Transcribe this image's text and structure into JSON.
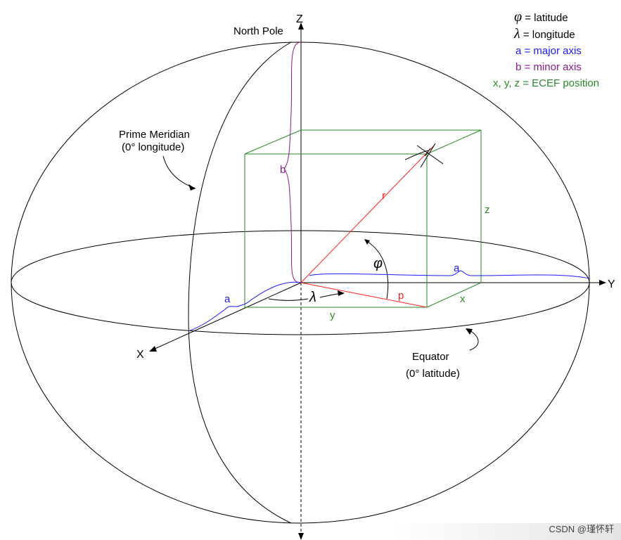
{
  "axes": {
    "z": "Z",
    "y": "Y",
    "x": "X"
  },
  "labels": {
    "north_pole": "North Pole",
    "prime_meridian_line1": "Prime Meridian",
    "prime_meridian_line2": "(0° longitude)",
    "equator_line1": "Equator",
    "equator_line2": "(0° latitude)",
    "b": "b",
    "r": "r",
    "z": "z",
    "phi": "φ",
    "a_right": "a",
    "a_left": "a",
    "p": "p",
    "x": "x",
    "y": "y",
    "lambda": "λ"
  },
  "legend": [
    {
      "symbol": "φ",
      "text": " = latitude",
      "color": "#000000"
    },
    {
      "symbol": "λ",
      "text": " = longitude",
      "color": "#000000"
    },
    {
      "symbol": "",
      "text": "a = major axis",
      "color": "#1a1aff"
    },
    {
      "symbol": "",
      "text": "b = minor axis",
      "color": "#8b1a8b"
    },
    {
      "symbol": "",
      "text": "x, y, z = ECEF position",
      "color": "#2a8a2a"
    }
  ],
  "watermark": "CSDN @瑾怀轩",
  "colors": {
    "ellipse": "#000000",
    "box": "#2a8a2a",
    "vector": "#ff2020",
    "minor_axis": "#8b1a8b",
    "major_axis": "#1a1aff"
  }
}
